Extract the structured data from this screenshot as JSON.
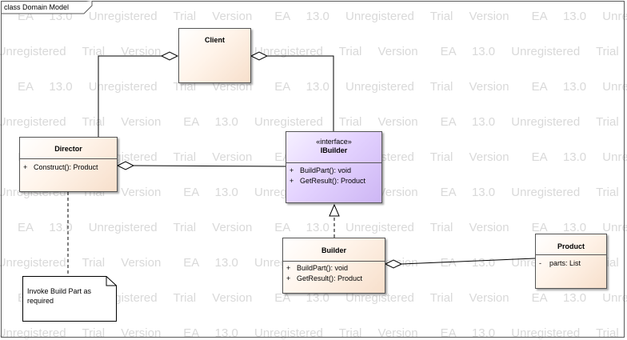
{
  "frame": {
    "label": "class Domain Model"
  },
  "watermark": {
    "text": "EA 13.0 Unregistered Trial Version"
  },
  "classes": {
    "client": {
      "name": "Client"
    },
    "director": {
      "name": "Director",
      "operations": [
        {
          "visibility": "+",
          "signature": "Construct(): Product"
        }
      ]
    },
    "ibuilder": {
      "stereotype": "«interface»",
      "name": "IBuilder",
      "operations": [
        {
          "visibility": "+",
          "signature": "BuildPart(): void"
        },
        {
          "visibility": "+",
          "signature": "GetResult(): Product"
        }
      ]
    },
    "builder": {
      "name": "Builder",
      "operations": [
        {
          "visibility": "+",
          "signature": "BuildPart(): void"
        },
        {
          "visibility": "+",
          "signature": "GetResult(): Product"
        }
      ]
    },
    "product": {
      "name": "Product",
      "attributes": [
        {
          "visibility": "-",
          "signature": "parts: List"
        }
      ]
    }
  },
  "note": {
    "text": "Invoke Build Part as\nrequired"
  },
  "colors": {
    "class_fill": "#f7dfcb",
    "interface_fill": "#cdb6f4",
    "line": "#000000",
    "watermark": "#d9d9d9"
  }
}
